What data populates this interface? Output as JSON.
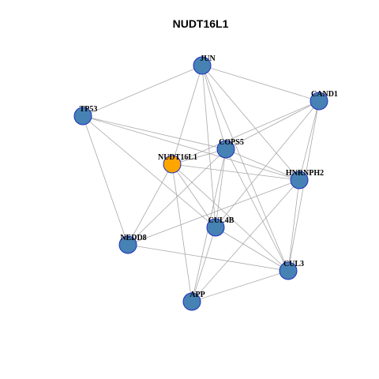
{
  "title": "NUDT16L1",
  "colors": {
    "node_default": "#4682b4",
    "node_focus": "#ffa500",
    "node_border": "#1f2fbf",
    "edge": "#a9a9a9"
  },
  "nodes": [
    {
      "id": "JUN",
      "label": "JUN",
      "focus": false
    },
    {
      "id": "CAND1",
      "label": "CAND1",
      "focus": false
    },
    {
      "id": "TP53",
      "label": "TP53",
      "focus": false
    },
    {
      "id": "COPS5",
      "label": "COPS5",
      "focus": false
    },
    {
      "id": "NUDT16L1",
      "label": "NUDT16L1",
      "focus": true
    },
    {
      "id": "HNRNPH2",
      "label": "HNRNPH2",
      "focus": false
    },
    {
      "id": "CUL4B",
      "label": "CUL4B",
      "focus": false
    },
    {
      "id": "NEDD8",
      "label": "NEDD8",
      "focus": false
    },
    {
      "id": "CUL3",
      "label": "CUL3",
      "focus": false
    },
    {
      "id": "APP",
      "label": "APP",
      "focus": false
    }
  ],
  "edges": [
    [
      "JUN",
      "TP53"
    ],
    [
      "JUN",
      "CAND1"
    ],
    [
      "JUN",
      "NUDT16L1"
    ],
    [
      "JUN",
      "COPS5"
    ],
    [
      "JUN",
      "HNRNPH2"
    ],
    [
      "JUN",
      "CUL4B"
    ],
    [
      "JUN",
      "CUL3"
    ],
    [
      "TP53",
      "COPS5"
    ],
    [
      "TP53",
      "HNRNPH2"
    ],
    [
      "TP53",
      "NEDD8"
    ],
    [
      "TP53",
      "CUL4B"
    ],
    [
      "CAND1",
      "COPS5"
    ],
    [
      "CAND1",
      "NUDT16L1"
    ],
    [
      "CAND1",
      "CUL4B"
    ],
    [
      "CAND1",
      "CUL3"
    ],
    [
      "CAND1",
      "HNRNPH2"
    ],
    [
      "NUDT16L1",
      "COPS5"
    ],
    [
      "NUDT16L1",
      "HNRNPH2"
    ],
    [
      "NUDT16L1",
      "NEDD8"
    ],
    [
      "NUDT16L1",
      "CUL4B"
    ],
    [
      "NUDT16L1",
      "APP"
    ],
    [
      "NUDT16L1",
      "CUL3"
    ],
    [
      "COPS5",
      "HNRNPH2"
    ],
    [
      "COPS5",
      "NEDD8"
    ],
    [
      "COPS5",
      "APP"
    ],
    [
      "COPS5",
      "CUL4B"
    ],
    [
      "COPS5",
      "CUL3"
    ],
    [
      "HNRNPH2",
      "NEDD8"
    ],
    [
      "HNRNPH2",
      "CUL3"
    ],
    [
      "HNRNPH2",
      "APP"
    ],
    [
      "CUL4B",
      "CUL3"
    ],
    [
      "CUL4B",
      "APP"
    ],
    [
      "NEDD8",
      "CUL3"
    ],
    [
      "CUL3",
      "APP"
    ]
  ]
}
